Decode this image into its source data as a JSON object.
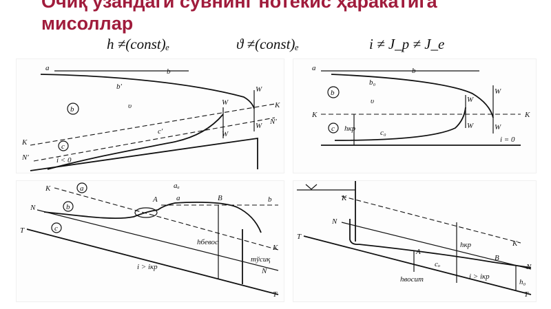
{
  "title": {
    "line1": "Очиқ узандаги сувнинг нотекис ҳаракатига",
    "line2": "мисоллар"
  },
  "formulas": {
    "f1": "h ≠(const)ₑ",
    "f2": "ϑ ≠(const)ₑ",
    "f3": "i ≠ J_p ≠ J_e"
  },
  "panel1": {
    "a": "a",
    "b": "b",
    "b_prime": "b′",
    "circle_b": "b",
    "v": "υ",
    "W1": "W",
    "W2": "W",
    "W3": "W",
    "W4": "W",
    "K_right": "K",
    "N_prime_right": "N′",
    "K_left": "K",
    "N_prime_left": "N′",
    "circle_c": "c",
    "c_prime": "c′",
    "slope": "i < 0"
  },
  "panel2": {
    "a": "a",
    "b": "b",
    "b0": "b₀",
    "circle_b": "b",
    "v": "υ",
    "K_left": "K",
    "K_right": "K",
    "W1": "W",
    "W2": "W",
    "W3": "W",
    "W4": "W",
    "circle_c": "c",
    "hkr": "hкр",
    "c0": "c₀",
    "slope": "i = 0"
  },
  "panel3": {
    "K": "K",
    "circle_a": "a",
    "a_a": "aₐ",
    "A": "A",
    "a": "a",
    "B": "B",
    "b": "b",
    "N": "N",
    "circle_b": "b",
    "circle_c": "c",
    "T": "T",
    "h_bevosita": "hбевос",
    "K_right": "K",
    "weir": "тўсиқ",
    "N_right": "N",
    "slope": "i > iкр",
    "T_right": "T"
  },
  "panel4": {
    "K_top": "K",
    "N": "N",
    "T": "T",
    "hkr": "hкр",
    "K_right": "K",
    "A": "A",
    "c_prime": "cₒ",
    "B": "B",
    "N_right": "N",
    "h_vosita": "hвосит",
    "slope": "i > iкр",
    "h0": "h₀",
    "T_right": "T"
  }
}
